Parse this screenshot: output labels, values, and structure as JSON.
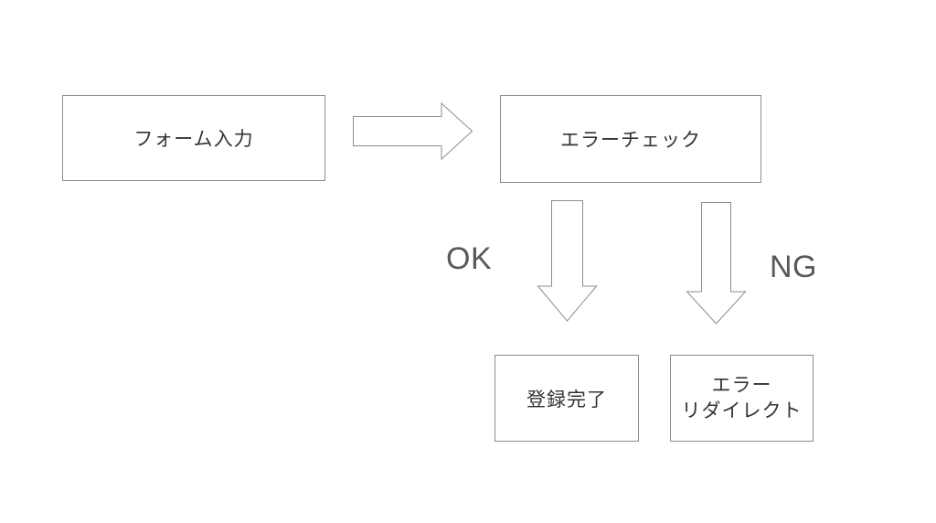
{
  "diagram": {
    "type": "flowchart",
    "background_color": "#ffffff",
    "node_border_color": "#8c8c8c",
    "node_fill_color": "#ffffff",
    "node_text_color": "#333333",
    "edge_label_color": "#595959",
    "nodes": {
      "form_input": {
        "label": "フォーム入力"
      },
      "error_check": {
        "label": "エラーチェック"
      },
      "registration_complete": {
        "label": "登録完了"
      },
      "error_redirect": {
        "line1": "エラー",
        "line2": "リダイレクト"
      }
    },
    "edges": {
      "form_to_check": {
        "direction": "right",
        "label": ""
      },
      "check_to_complete": {
        "direction": "down",
        "label": "OK"
      },
      "check_to_redirect": {
        "direction": "down",
        "label": "NG"
      }
    }
  }
}
